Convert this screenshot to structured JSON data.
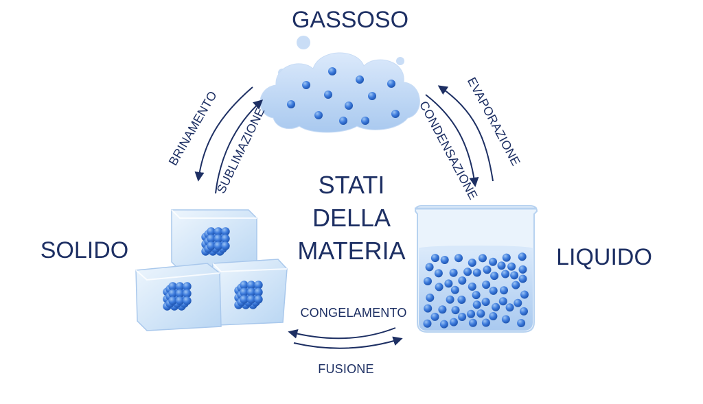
{
  "states": {
    "gas": "GASSOSO",
    "solid": "SOLIDO",
    "liquid": "LIQUIDO"
  },
  "center_title": {
    "line1": "STATI",
    "line2": "DELLA",
    "line3": "MATERIA"
  },
  "processes": {
    "deposition": "BRINAMENTO",
    "sublimation": "SUBLIMAZIONE",
    "evaporation": "EVAPORAZIONE",
    "condensation": "CONDENSAZIONE",
    "freezing": "CONGELAMENTO",
    "melting": "FUSIONE"
  },
  "colors": {
    "text": "#1d2f63",
    "arrow": "#1d2f63",
    "particle": "#3c78d8",
    "cloud": "#c3daf5",
    "ice": "#d6e8f8",
    "water": "#c2dbf6"
  },
  "icons": {
    "cloud": "cloud-icon",
    "ice_cubes": "ice-cubes-icon",
    "beaker": "beaker-icon"
  }
}
